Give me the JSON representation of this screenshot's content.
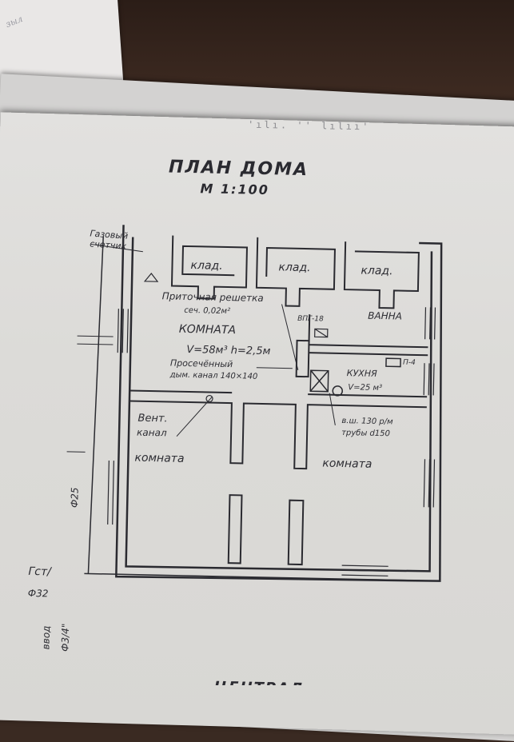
{
  "photo": {
    "back_scribble": "зыл",
    "top_dots": "'ılı.  '' lılıı'"
  },
  "plan": {
    "title": "ПЛАН ДОМА",
    "scale": "М 1:100",
    "labels": {
      "gas_meter_1": "Газовый",
      "gas_meter_2": "счетчик",
      "storage_1": "клад.",
      "storage_2": "клад.",
      "storage_3": "клад.",
      "bath": "ВАННА",
      "supply_grate_1": "Приточная решетка",
      "supply_grate_2": "сеч. 0,02м²",
      "room_main": "КОМНАТА",
      "room_volume": "V=58м³ h=2,5м",
      "flue_1": "Просечённый",
      "flue_2": "дым. канал 140×140",
      "vpg": "ВПГ-18",
      "kitchen": "КУХНЯ",
      "kitchen_volume": "V=25 м³",
      "stove": "П-4",
      "vent_1": "Вент.",
      "vent_2": "канал",
      "heater_1": "в.ш. 130 р/м",
      "heater_2": "трубы d150",
      "room_left": "комната",
      "room_right": "комната",
      "diameter": "Ф25",
      "gas_input_1": "Гст/",
      "gas_input_2": "Ф32",
      "gas_input_3": "ввод",
      "gas_input_4": "Ф3/4\"",
      "footer": "ЦЕНТРАЛ"
    }
  }
}
